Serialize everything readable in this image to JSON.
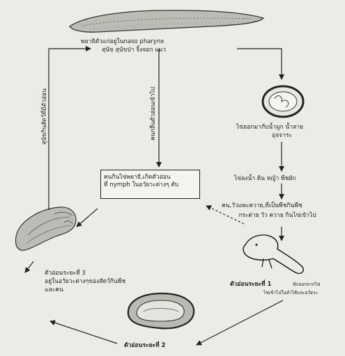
{
  "adult": {
    "line1": "พยาธิตัวแก่อยู่ในnaso pharynx",
    "line2": "สุนัข สุนัขป่า จิ้งจอก แมว"
  },
  "egg_label": {
    "line1": "ไข่ออกมากับน้ำมูก น้ำลาย",
    "line2": "อุจจาระ"
  },
  "egg_hosts": "ไข่ลงน้ำ ดิน หญ้า พืชผัก",
  "intermediate_note": "คน,วัวแพะควาย,ที่เป็นพืชกินพืช",
  "intermediate_hosts": "กระต่าย วัว ควาย กินไข่เข้าไป",
  "stage1": {
    "title": "ตัวอ่อนระยะที่ 1",
    "note1": "ฟักออกจากไข่",
    "note2": "ไชเข้าไปในลำไส้และอวัยวะ"
  },
  "stage2": "ตัวอ่อนระยะที่ 2",
  "stage3": {
    "line1": "ตัวอ่อนระยะที่ 3",
    "line2": "อยู่ในอวัยวะต่างๆของสัตว์กินพืช",
    "line3": "และคน"
  },
  "center_box": {
    "line1": "คนกินไข่พยาธิ,เกิดตัวอ่อน",
    "line2": "ที่ nymph ในอวัยวะต่างๆ ตับ"
  },
  "vertical_center": "คนกลืนตัวอ่อนเข้าไป",
  "vertical_left": "สุนัขกินสัตว์ที่มีตัวอ่อน"
}
